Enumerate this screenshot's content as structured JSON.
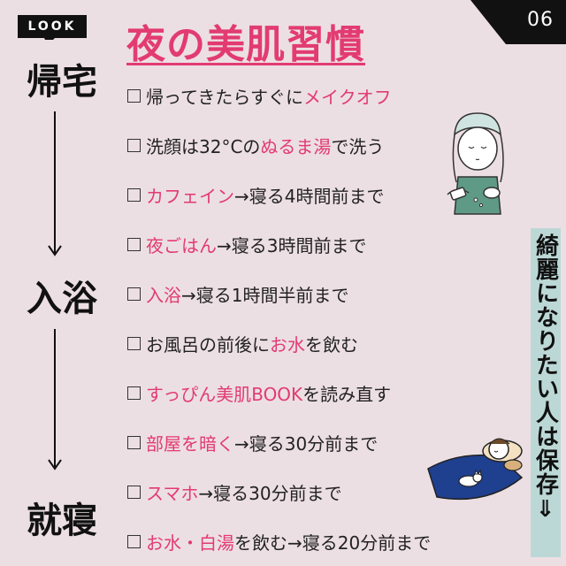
{
  "tag": {
    "label": "LOOK"
  },
  "title": "夜の美肌習慣",
  "page_number": "06",
  "stages": [
    {
      "label": "帰宅"
    },
    {
      "label": "入浴"
    },
    {
      "label": "就寝"
    }
  ],
  "checklist": [
    {
      "before": "帰ってきたらすぐに",
      "highlight": "メイクオフ",
      "after": ""
    },
    {
      "before": "洗顔は32°Cの",
      "highlight": "ぬるま湯",
      "after": "で洗う"
    },
    {
      "before": "",
      "highlight": "カフェイン",
      "after": "→寝る4時間前まで"
    },
    {
      "before": "",
      "highlight": "夜ごはん",
      "after": "→寝る3時間前まで"
    },
    {
      "before": "",
      "highlight": "入浴",
      "after": "→寝る1時間半前まで"
    },
    {
      "before": "お風呂の前後に",
      "highlight": "お水",
      "after": "を飲む"
    },
    {
      "before": "",
      "highlight": "すっぴん美肌BOOK",
      "after": "を読み直す"
    },
    {
      "before": "",
      "highlight": "部屋を暗く",
      "after": "→寝る30分前まで"
    },
    {
      "before": "",
      "highlight": "スマホ",
      "after": "→寝る30分前まで"
    },
    {
      "before": "",
      "highlight": "お水・白湯",
      "after": "を飲む→寝る20分前まで"
    }
  ],
  "banner": "綺麗になりたい人は保存⇓",
  "icons": {
    "woman": "woman-washing-face-icon",
    "sleep": "woman-sleeping-with-cat-icon"
  },
  "colors": {
    "background": "#ecdfe3",
    "accent": "#e23b72",
    "banner": "#bcd8d6",
    "apron": "#5f9a86"
  }
}
